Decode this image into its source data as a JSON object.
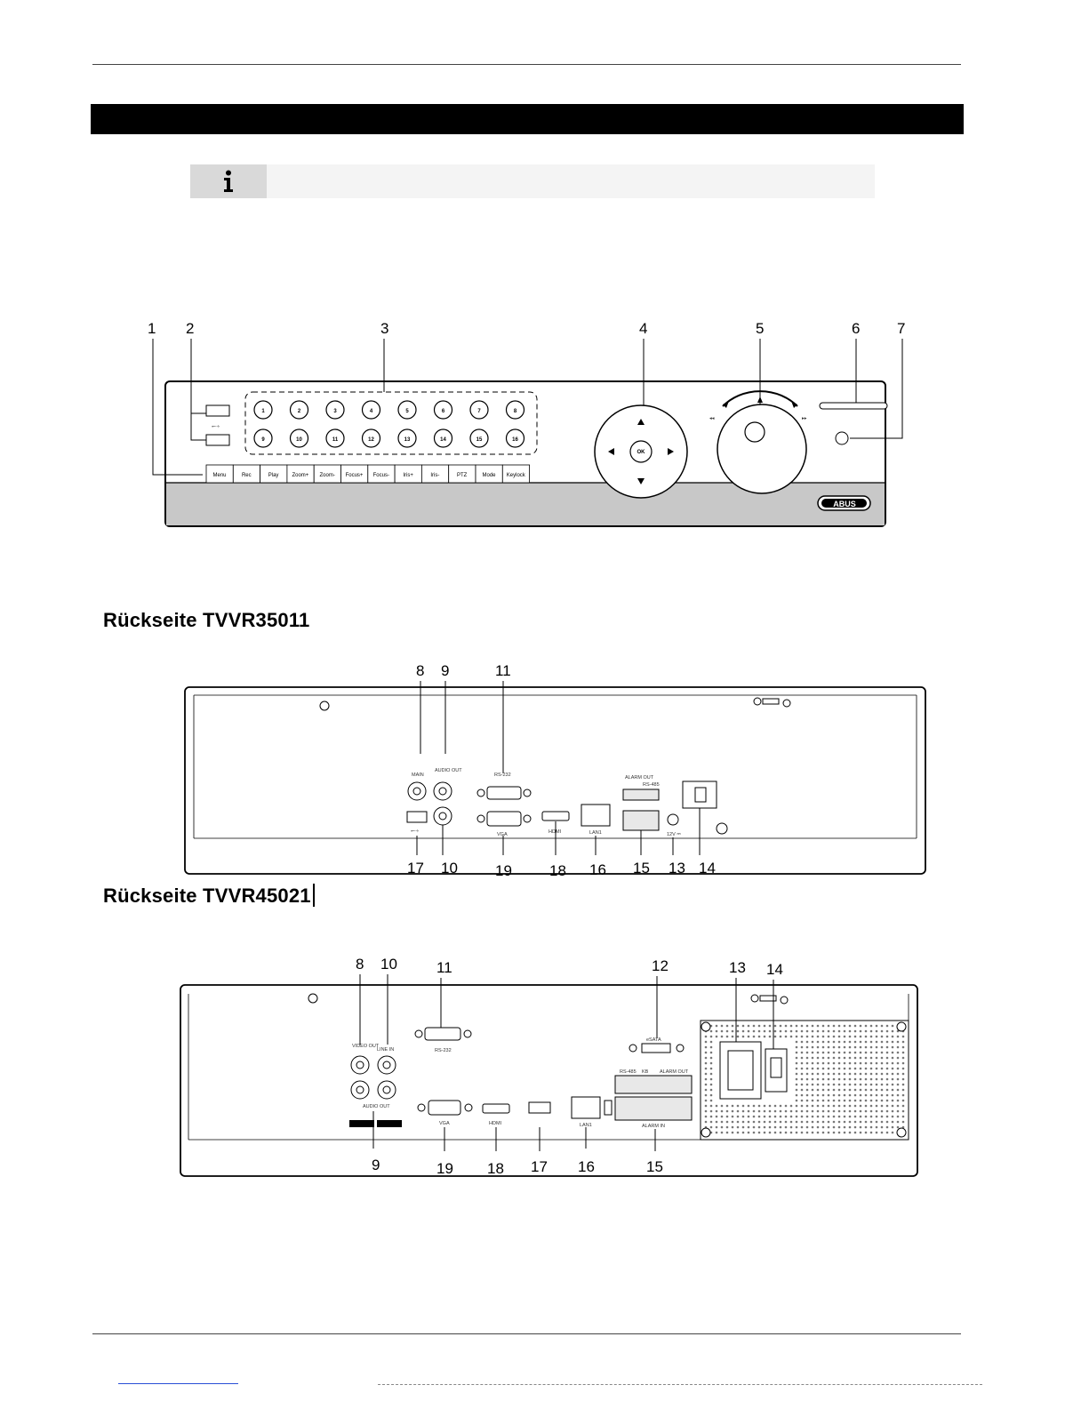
{
  "headings": {
    "rear_35011": "Rückseite TVVR35011",
    "rear_45021": "Rückseite TVVR45021"
  },
  "note": {
    "icon": "info-icon"
  },
  "brand": "ABUS",
  "front": {
    "callouts": [
      "1",
      "2",
      "3",
      "4",
      "5",
      "6",
      "7"
    ],
    "channels": [
      "1",
      "2",
      "3",
      "4",
      "5",
      "6",
      "7",
      "8",
      "9",
      "10",
      "11",
      "12",
      "13",
      "14",
      "15",
      "16"
    ],
    "buttons": [
      "Menu",
      "Rec",
      "Play",
      "Zoom+",
      "Zoom-",
      "Focus+",
      "Focus-",
      "Iris+",
      "Iris-",
      "PTZ",
      "Mode",
      "Keylock"
    ],
    "ok": "OK"
  },
  "rear1": {
    "callouts_top": [
      "8",
      "9",
      "11"
    ],
    "callouts_bottom": [
      "17",
      "10",
      "19",
      "18",
      "16",
      "15",
      "13",
      "14"
    ],
    "ports": {
      "main": "MAIN",
      "audio_out": "AUDIO OUT",
      "rs232": "RS-232",
      "vga": "VGA",
      "hdmi": "HDMI",
      "lan": "LAN1",
      "alarm_out": "ALARM OUT",
      "rs485": "RS-485",
      "power": "12V ⎓"
    }
  },
  "rear2": {
    "callouts_top": [
      "8",
      "10",
      "11",
      "12",
      "13",
      "14"
    ],
    "callouts_bottom": [
      "9",
      "19",
      "18",
      "17",
      "16",
      "15"
    ],
    "ports": {
      "video_out": "VIDEO OUT",
      "line_in": "LINE IN",
      "audio_out": "AUDIO OUT",
      "rs232": "RS-232",
      "esata": "eSATA",
      "vga": "VGA",
      "hdmi": "HDMI",
      "lan": "LAN1",
      "rs485": "RS-485",
      "kb": "KB",
      "alarm_out": "ALARM OUT",
      "alarm_in": "ALARM IN"
    }
  }
}
